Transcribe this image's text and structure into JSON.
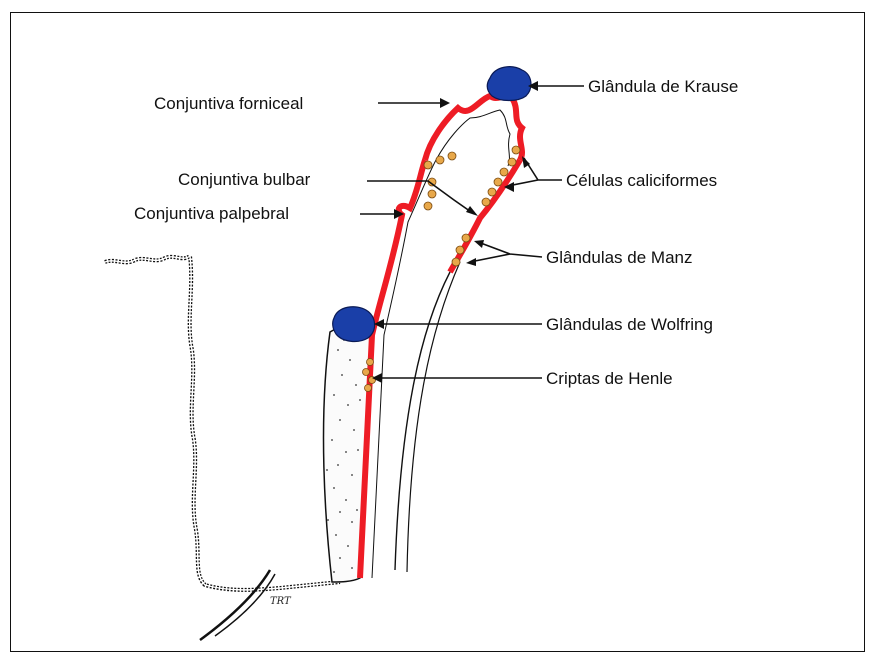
{
  "labels": {
    "krause": "Glândula de Krause",
    "forniceal": "Conjuntiva forniceal",
    "bulbar": "Conjuntiva bulbar",
    "caliciformes": "Células caliciformes",
    "palpebral": "Conjuntiva palpebral",
    "manz": "Glândulas de Manz",
    "wolfring": "Glândulas de Wolfring",
    "henle": "Criptas de Henle"
  },
  "signature": "TRT",
  "colors": {
    "conjunctiva": "#ee1c25",
    "gland": "#1a3fa8",
    "cells": "#e8a84a",
    "line": "#111111"
  }
}
